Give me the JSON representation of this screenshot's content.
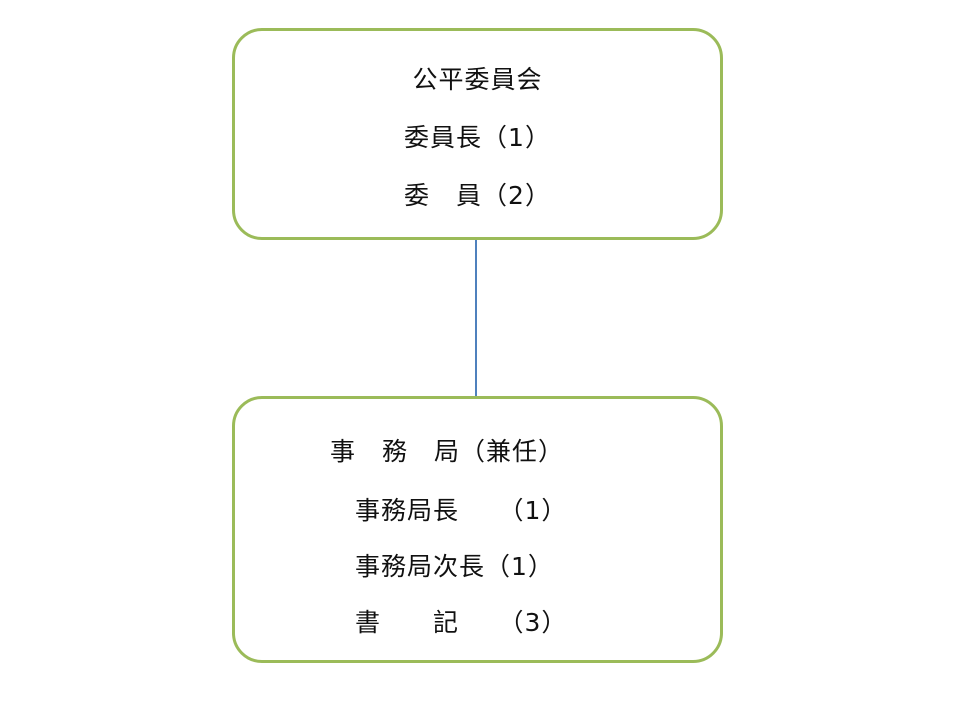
{
  "commission": {
    "title": "公平委員会",
    "chair": "委員長（1）",
    "members": "委　員（2）"
  },
  "secretariat": {
    "title": "事　務　局（兼任）",
    "rows": [
      "事務局長　　（1）",
      "事務局次長（1）",
      "書　　記　　（3）"
    ]
  },
  "colors": {
    "box_border": "#9bbb59",
    "connector": "#4f81bd"
  }
}
